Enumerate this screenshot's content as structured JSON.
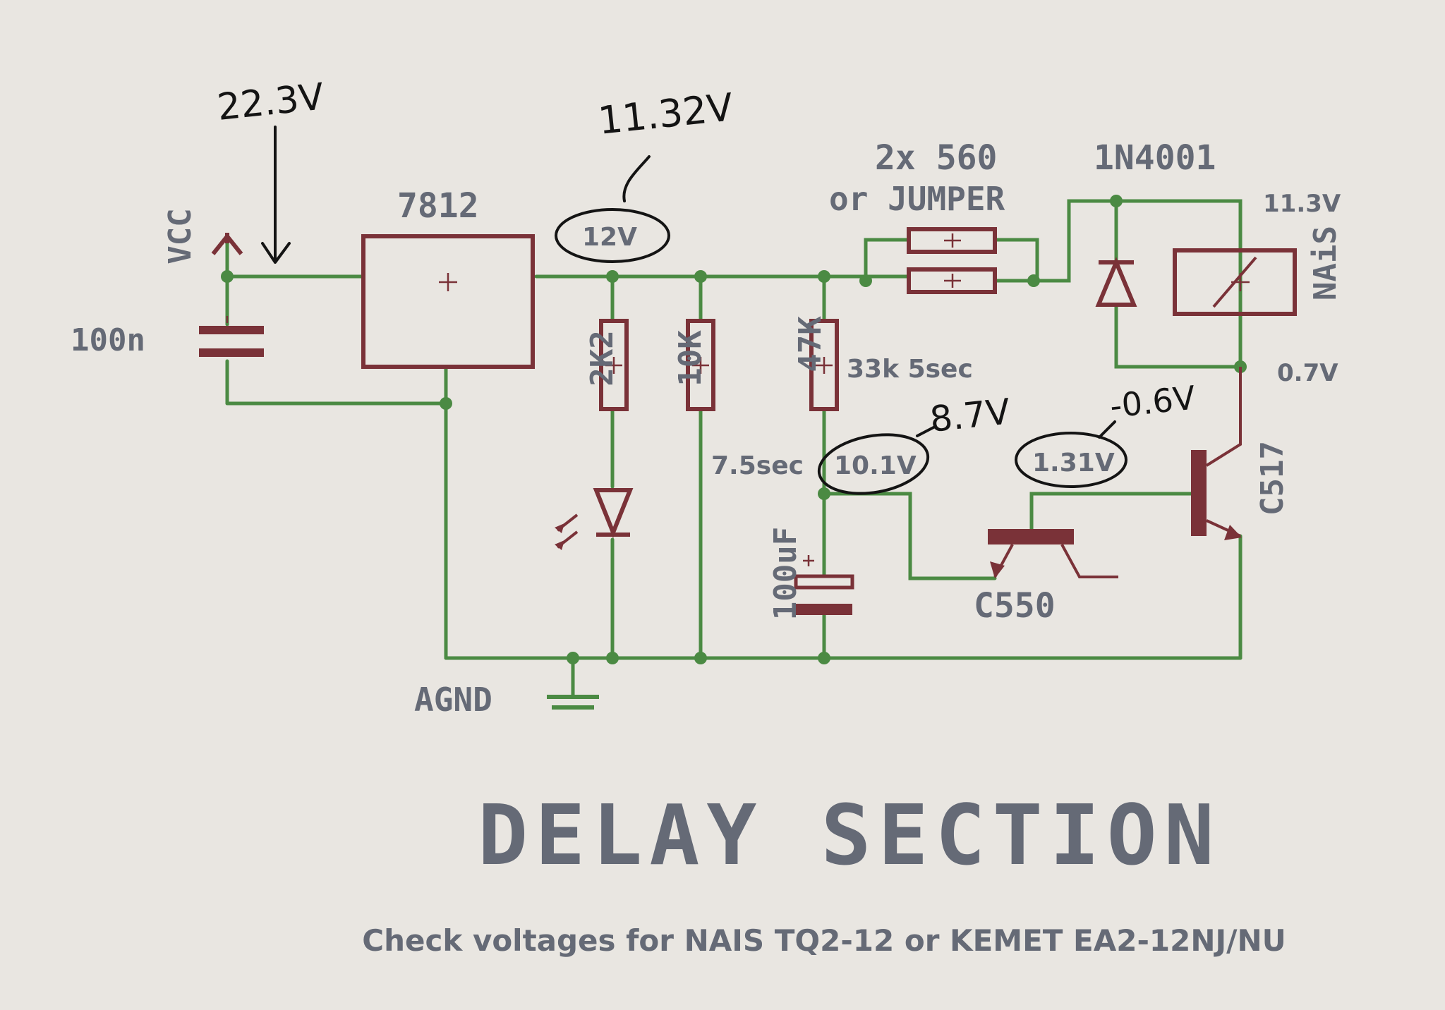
{
  "labels": {
    "vcc": "VCC",
    "regulator": "7812",
    "cap_in": "100n",
    "res_2k2": "2K2",
    "res_10k": "10K",
    "res_47k": "47K",
    "cap_timing": "100uF",
    "agnd": "AGND",
    "resistors": "2x 560",
    "jumper": "or JUMPER",
    "diode": "1N4001",
    "relay": "NAiS",
    "transistor_small": "C550",
    "transistor_driver": "C517",
    "relay_voltage": "11.3V",
    "collector_voltage": "0.7V",
    "alt_resistor": "33k 5sec",
    "delay_time": "7.5sec",
    "node_cap_voltage": "10.1V",
    "node_base_voltage": "1.31V",
    "reg_out_voltage": "12V"
  },
  "handwritten": {
    "vcc_measured": "22.3V",
    "reg_out_measured": "11.32V",
    "cap_node_measured": "8.7V",
    "base_node_measured": "-0.6V"
  },
  "title": "DELAY SECTION",
  "note": "Check voltages for NAIS TQ2-12 or KEMET EA2-12NJ/NU",
  "colors": {
    "background": "#e9e6e1",
    "wire": "#4b8a43",
    "component": "#7a3238",
    "label": "#656a76",
    "ink": "#141414"
  }
}
